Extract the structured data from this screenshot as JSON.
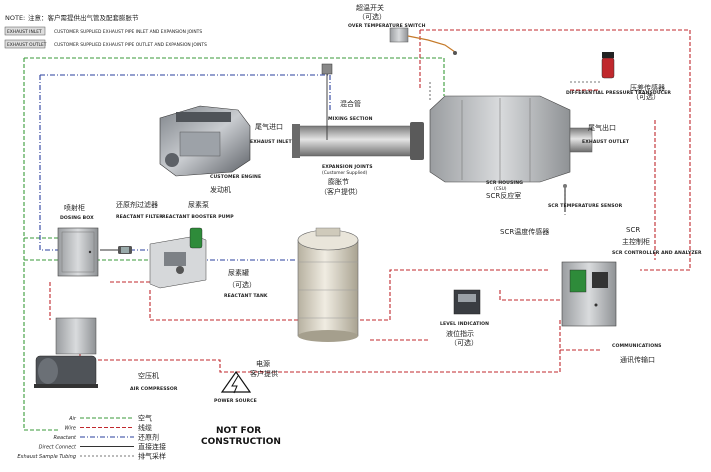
{
  "notes": {
    "title": "NOTE:",
    "title_zh": "注意：客户需提供出气管及配套膨胀节",
    "exhaust_inlet_badge": "EXHAUST INLET",
    "exhaust_inlet_text": "CUSTOMER SUPPLIED EXHAUST PIPE INLET AND EXPANSION JOINTS",
    "exhaust_outlet_badge": "EXHAUST OUTLET",
    "exhaust_outlet_text": "CUSTOMER SUPPLIED EXHAUST PIPE OUTLET AND EXPANSION JOINTS"
  },
  "labels": {
    "over_temp_zh": "超温开关",
    "over_temp_opt": "（可选）",
    "over_temp_en": "OVER TEMPERATURE SWITCH",
    "mixing_zh": "混合管",
    "mixing_en": "MIXING SECTION",
    "exhaust_inlet_zh": "尾气进口",
    "exhaust_inlet_en": "EXHAUST INLET",
    "engine_en": "CUSTOMER ENGINE",
    "engine_zh": "发动机",
    "expansion_en": "EXPANSION JOINTS",
    "expansion_en2": "(Customer Supplied)",
    "expansion_zh": "膨胀节",
    "expansion_zh2": "（客户提供）",
    "scr_housing_en": "SCR HOUSING",
    "scr_housing_en2": "(CSU)",
    "scr_housing_zh": "SCR反应室",
    "scr_temp_en": "SCR TEMPERATURE SENSOR",
    "scr_temp_zh": "SCR温度传感器",
    "exhaust_outlet_zh": "尾气出口",
    "exhaust_outlet_en": "EXHAUST OUTLET",
    "diff_pressure_en": "DIFFERENTIAL PRESSURE TRANSDUCER",
    "diff_pressure_zh": "压差传感器",
    "diff_pressure_opt": "（可选）",
    "dosing_zh": "喷射柜",
    "dosing_en": "DOSING BOX",
    "filter_zh": "还原剂过滤器",
    "filter_en": "REACTANT FILTER",
    "pump_zh": "尿素泵",
    "pump_en": "REACTANT BOOSTER PUMP",
    "tank_zh": "尿素罐",
    "tank_opt": "（可选）",
    "tank_en": "REACTANT TANK",
    "controller_zh1": "SCR",
    "controller_zh2": "主控制柜",
    "controller_en": "SCR CONTROLLER AND ANALYZER",
    "level_en": "LEVEL INDICATION",
    "level_zh": "液位指示",
    "level_opt": "（可选）",
    "comm_en": "COMMUNICATIONS",
    "comm_zh": "通讯传输口",
    "air_zh": "空压机",
    "air_en": "AIR COMPRESSOR",
    "power_zh1": "电源",
    "power_zh2": "客户提供",
    "power_en": "POWER SOURCE"
  },
  "legend": [
    {
      "en": "Air",
      "zh": "空气",
      "color": "#3a9a3a",
      "dash": "4 2"
    },
    {
      "en": "Wire",
      "zh": "线缆",
      "color": "#c0282d",
      "dash": "4 2"
    },
    {
      "en": "Reactant",
      "zh": "还原剂",
      "color": "#2a3f9e",
      "dash": "5 2 1 2"
    },
    {
      "en": "Direct Connect",
      "zh": "直接连接",
      "color": "#333333",
      "dash": ""
    },
    {
      "en": "Exhaust Sample Tubing",
      "zh": "排气采样",
      "color": "#777777",
      "dash": "2 2"
    }
  ],
  "footer": {
    "line1": "NOT FOR",
    "line2": "CONSTRUCTION"
  },
  "colors": {
    "air": "#3a9a3a",
    "wire": "#c0282d",
    "reactant": "#2a3f9e",
    "direct": "#333333",
    "sample": "#777777"
  }
}
